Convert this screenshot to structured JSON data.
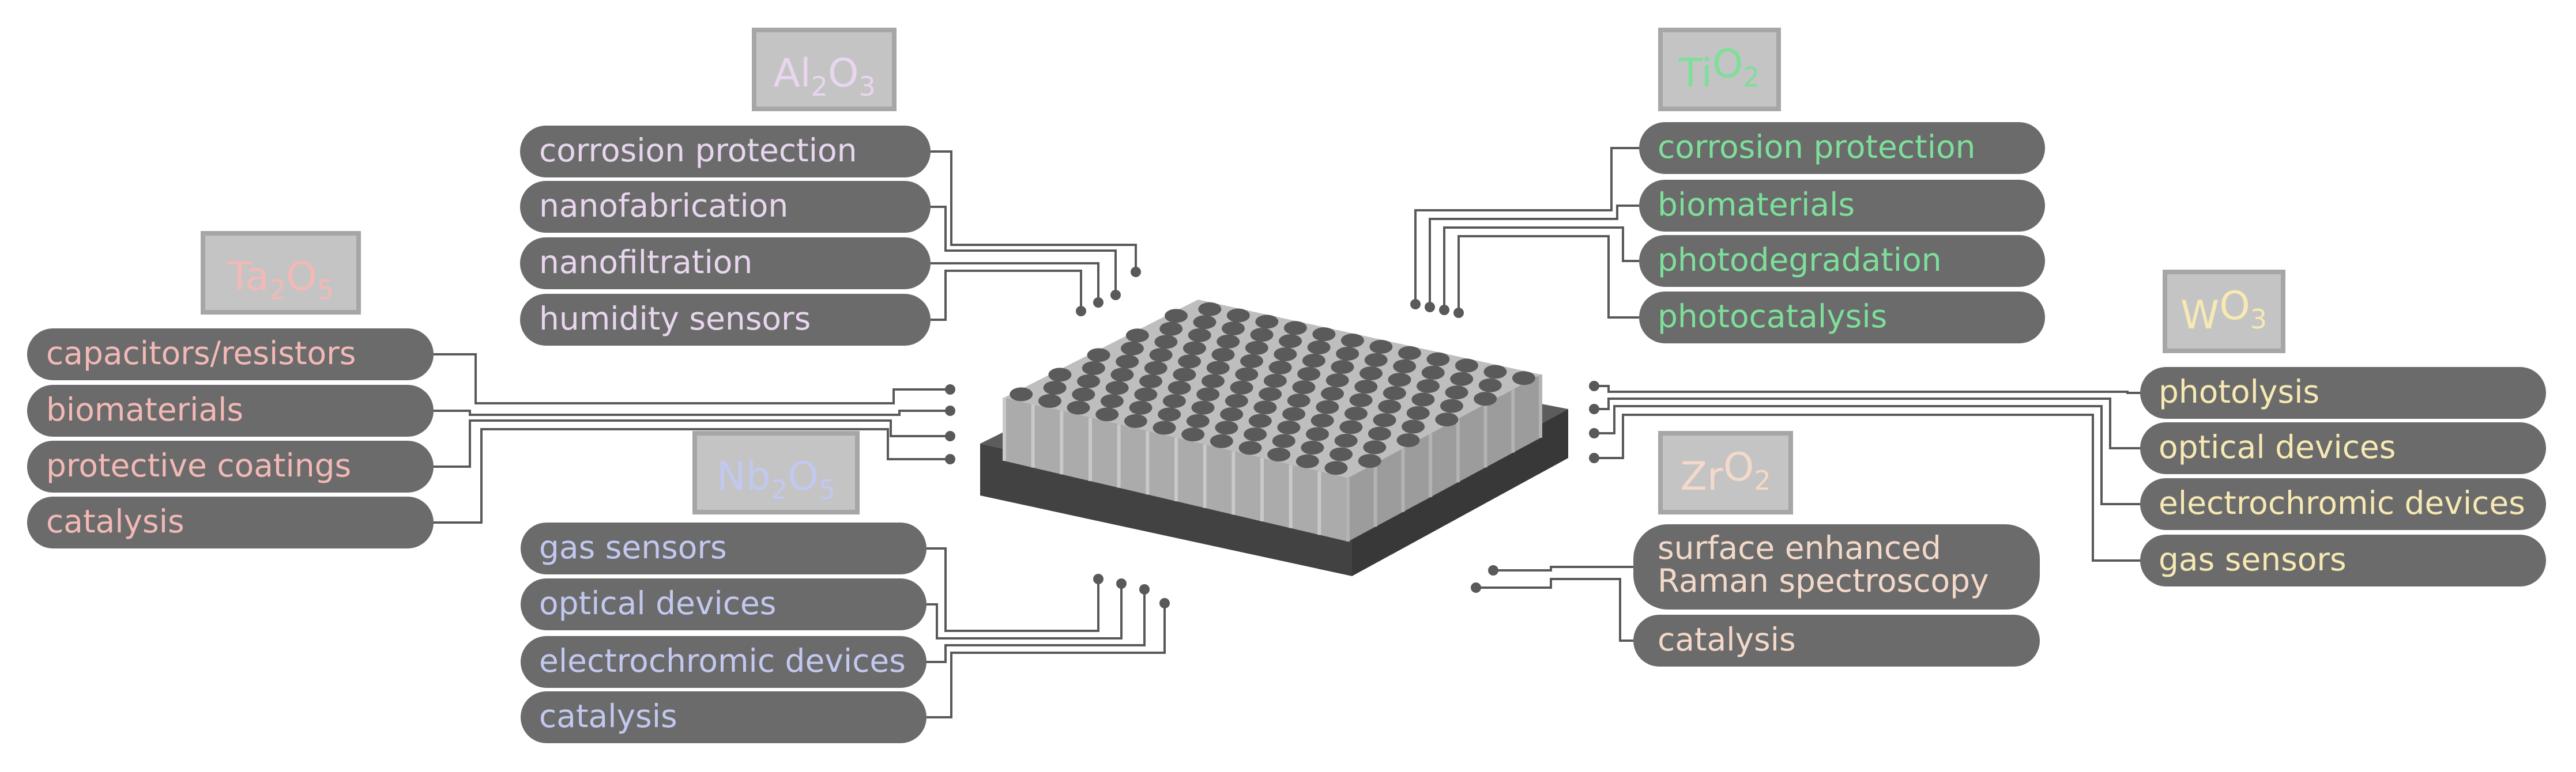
{
  "colors": {
    "pill_fill": "#6b6b6b",
    "title_fill": "#c4c4c4",
    "title_stroke": "#a6a6a6",
    "connector": "#595959",
    "substrate_top": "#5c5c5c",
    "substrate_front": "#424242",
    "substrate_side": "#383838",
    "tube": "#bebebe",
    "pore": "#5a5a5a"
  },
  "icons": {
    "central_structure": "nanoporous-oxide-array-icon"
  },
  "groups": {
    "al2o3": {
      "title": {
        "base": "Al",
        "sub1": "2",
        "mid": "O",
        "sub2": "3"
      },
      "color": "#e8d6ee",
      "items": [
        "corrosion protection",
        "nanofabrication",
        "nanofiltration",
        "humidity sensors"
      ]
    },
    "tio2": {
      "title": {
        "base": "Ti",
        "sub1": "",
        "mid": "O",
        "sub2": "2"
      },
      "color": "#7ddf9a",
      "items": [
        "corrosion protection",
        "biomaterials",
        "photodegradation",
        "photocatalysis"
      ]
    },
    "ta2o5": {
      "title": {
        "base": "Ta",
        "sub1": "2",
        "mid": "O",
        "sub2": "5"
      },
      "color": "#f2b9b6",
      "items": [
        "capacitors/resistors",
        "biomaterials",
        "protective coatings",
        "catalysis"
      ]
    },
    "nb2o5": {
      "title": {
        "base": "Nb",
        "sub1": "2",
        "mid": "O",
        "sub2": "5"
      },
      "color": "#c2c8ef",
      "items": [
        "gas sensors",
        "optical devices",
        "electrochromic devices",
        "catalysis"
      ]
    },
    "wo3": {
      "title": {
        "base": "W",
        "sub1": "",
        "mid": "O",
        "sub2": "3"
      },
      "color": "#f6e9b3",
      "items": [
        "photolysis",
        "optical devices",
        "electrochromic devices",
        "gas sensors"
      ]
    },
    "zro2": {
      "title": {
        "base": "Zr",
        "sub1": "",
        "mid": "O",
        "sub2": "2"
      },
      "color": "#f3d9c9",
      "items": [
        "surface enhanced",
        "Raman spectroscopy",
        "catalysis"
      ]
    }
  }
}
